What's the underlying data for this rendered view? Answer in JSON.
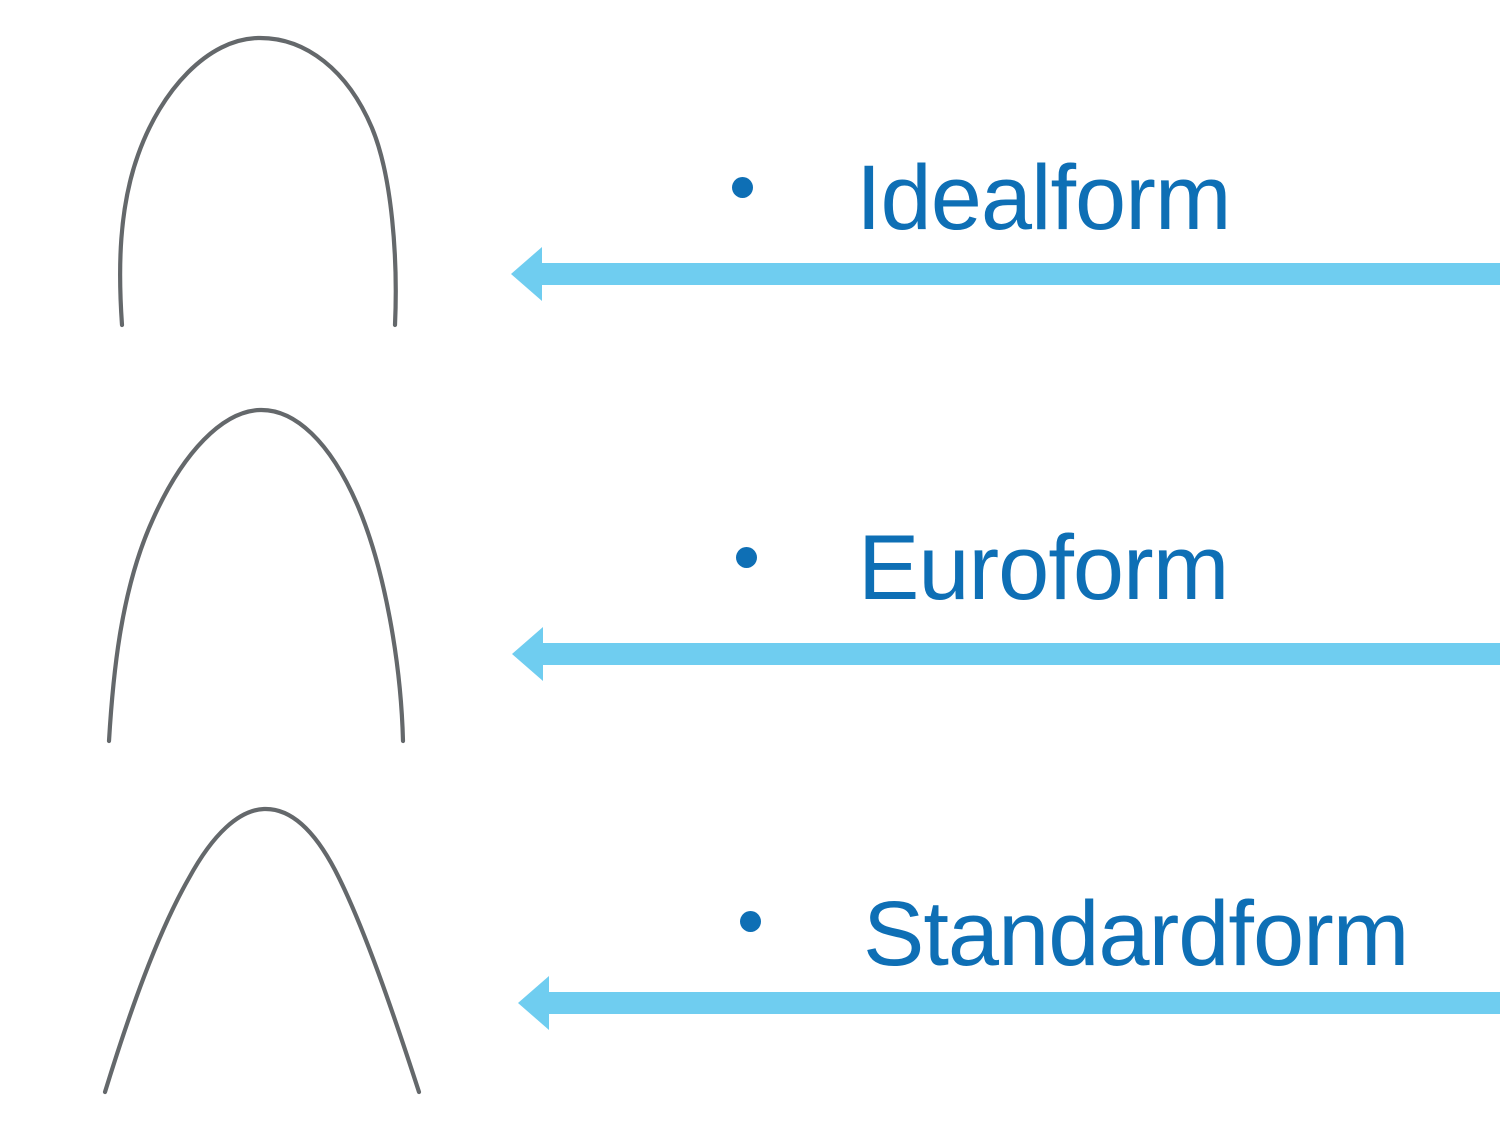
{
  "slide": {
    "background": "#FFFFFF",
    "description_hint": "three orthodontic archwire form shapes with labels and left-pointing arrows"
  },
  "colors": {
    "label_blue": "#0E6FB5",
    "arrow_blue": "#6FCDF0",
    "wire_gray": "#64686B"
  },
  "icons": {
    "bullet": "filled-circle",
    "arrow": "left-arrow",
    "arch_images": [
      "idealform-archwire",
      "euroform-archwire",
      "standardform-archwire"
    ]
  },
  "items": [
    {
      "label": "Idealform"
    },
    {
      "label": "Euroform"
    },
    {
      "label": "Standardform"
    }
  ]
}
